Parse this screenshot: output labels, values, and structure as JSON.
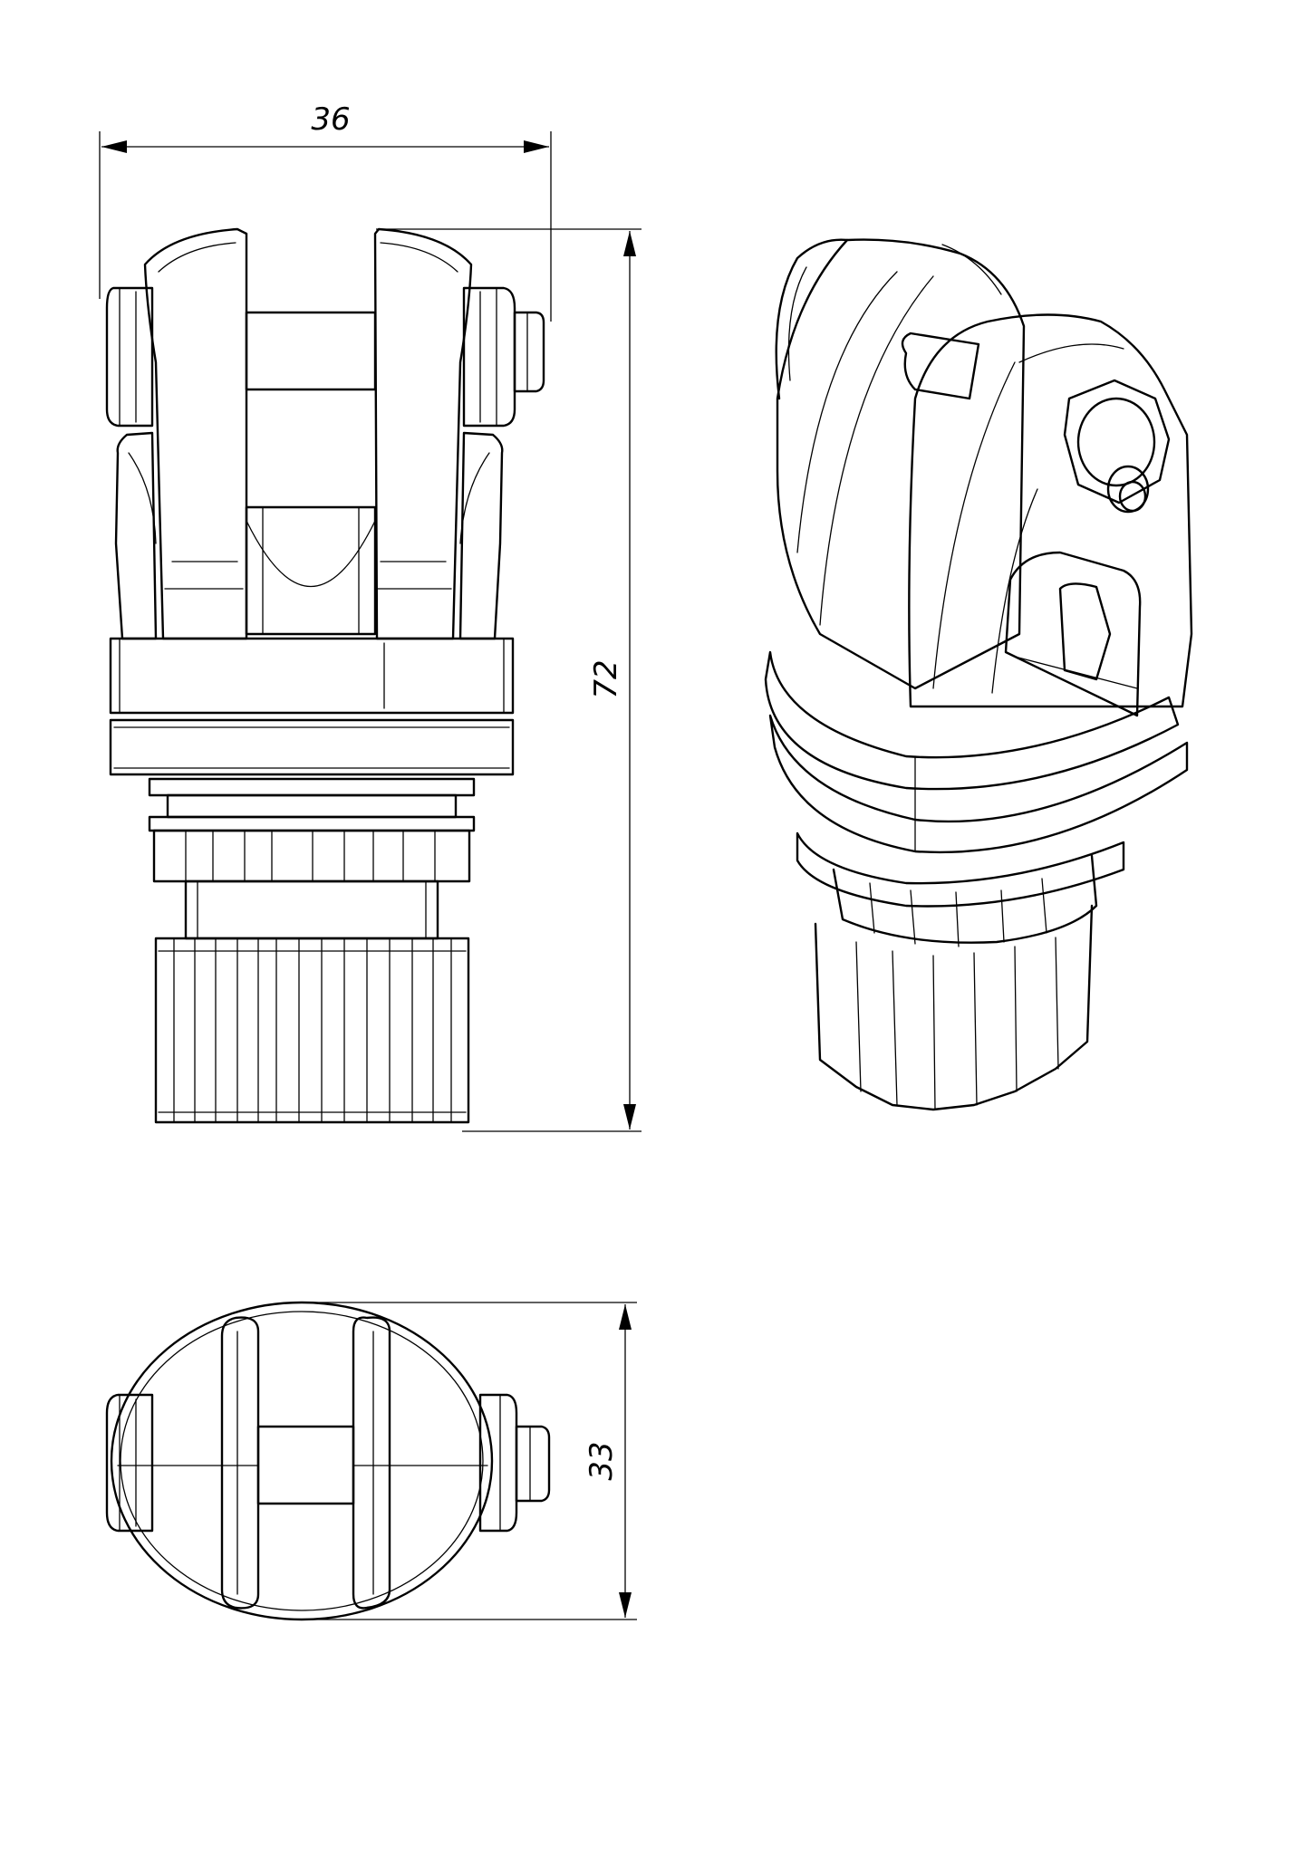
{
  "dimensions": {
    "width_label": "36",
    "height_label": "72",
    "depth_label": "33"
  },
  "views": {
    "front": "front-view",
    "isometric": "isometric-view",
    "top": "top-view"
  }
}
